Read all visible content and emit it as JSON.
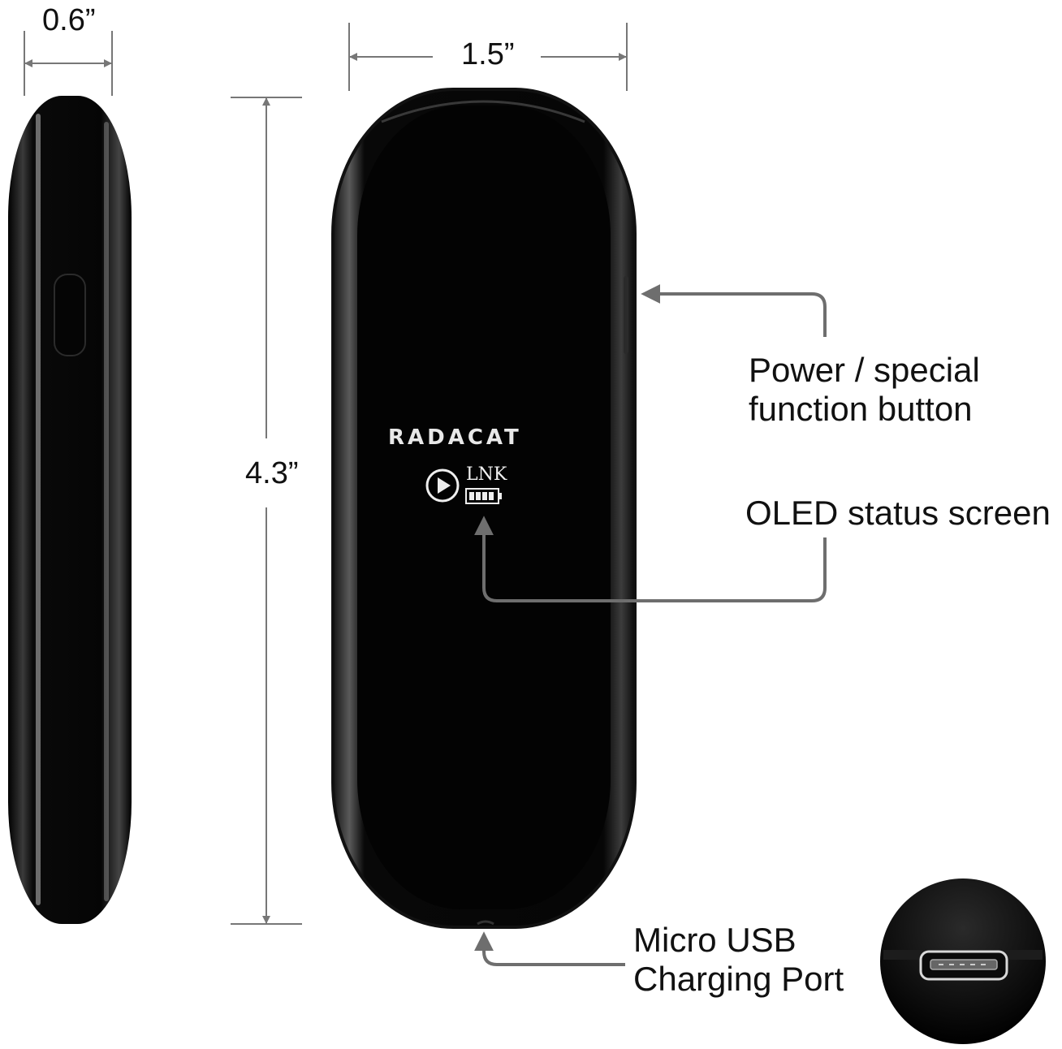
{
  "dimensions": {
    "thickness": "0.6”",
    "width": "1.5”",
    "height": "4.3”"
  },
  "device": {
    "brand": "RADACAT",
    "oled_status_text": "LNK",
    "icons": [
      "play-icon",
      "battery-icon"
    ]
  },
  "callouts": {
    "power_button": {
      "line1": "Power / special",
      "line2": "function button"
    },
    "oled_screen": {
      "line1": "OLED status screen"
    },
    "usb_port": {
      "line1": "Micro USB",
      "line2": "Charging Port"
    }
  },
  "colors": {
    "device_body": "#050505",
    "leader_line": "#6e6e6e",
    "brand_accent": "#d42a2a"
  }
}
